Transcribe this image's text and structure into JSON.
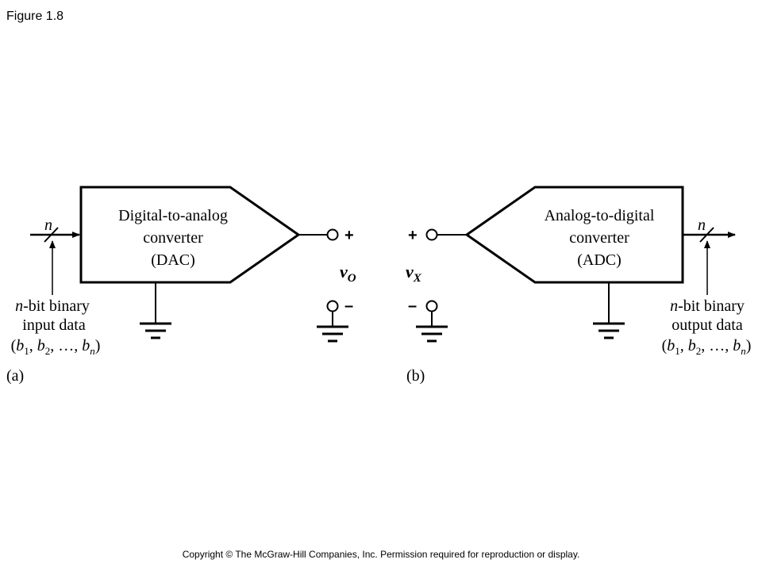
{
  "figure_label": "Figure 1.8",
  "copyright": "Copyright © The McGraw-Hill  Companies, Inc. Permission required for reproduction or display.",
  "dac": {
    "block_lines": [
      "Digital-to-analog",
      "converter",
      "(DAC)"
    ],
    "bus_label": "n",
    "input_caption_line1_italic": "n",
    "input_caption_line1_rest": "-bit binary",
    "input_caption_line2": "input data",
    "output_var_main": "v",
    "output_var_sub": "O",
    "plus": "+",
    "minus": "–",
    "panel_label": "(a)"
  },
  "adc": {
    "block_lines": [
      "Analog-to-digital",
      "converter",
      "(ADC)"
    ],
    "bus_label": "n",
    "output_caption_line1_italic": "n",
    "output_caption_line1_rest": "-bit binary",
    "output_caption_line2": "output data",
    "input_var_main": "v",
    "input_var_sub": "X",
    "plus": "+",
    "minus": "–",
    "panel_label": "(b)"
  },
  "bits_tuple": {
    "open": "(",
    "b": "b",
    "sub1": "1",
    "sub2": "2",
    "subn": "n",
    "sep": ", ",
    "ellipsis": "…",
    "close": ")"
  }
}
